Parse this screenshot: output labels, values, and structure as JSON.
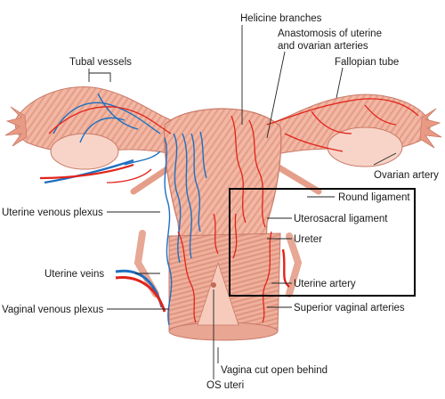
{
  "labels": {
    "helicine_branches": "Helicine branches",
    "anastomosis_line1": "Anastomosis of uterine",
    "anastomosis_line2": "and ovarian arteries",
    "tubal_vessels": "Tubal vessels",
    "fallopian_tube": "Fallopian tube",
    "ovarian_artery": "Ovarian artery",
    "round_ligament": "Round ligament",
    "uterine_venous_plexus": "Uterine venous plexus",
    "uterosacral_ligament": "Uterosacral ligament",
    "ureter": "Ureter",
    "uterine_veins": "Uterine veins",
    "uterine_artery": "Uterine artery",
    "vaginal_venous_plexus": "Vaginal venous plexus",
    "superior_vaginal_arteries": "Superior vaginal arteries",
    "vagina_cut_open": "Vagina cut open behind",
    "os_uteri": "OS uteri"
  },
  "colors": {
    "tissue": "#f2b8a4",
    "tissue_dark": "#d98a78",
    "tissue_stripe": "#e59e8a",
    "artery": "#e2231a",
    "vein": "#1f6fc0",
    "ovary": "#f8d4c8",
    "leader": "#222222"
  }
}
